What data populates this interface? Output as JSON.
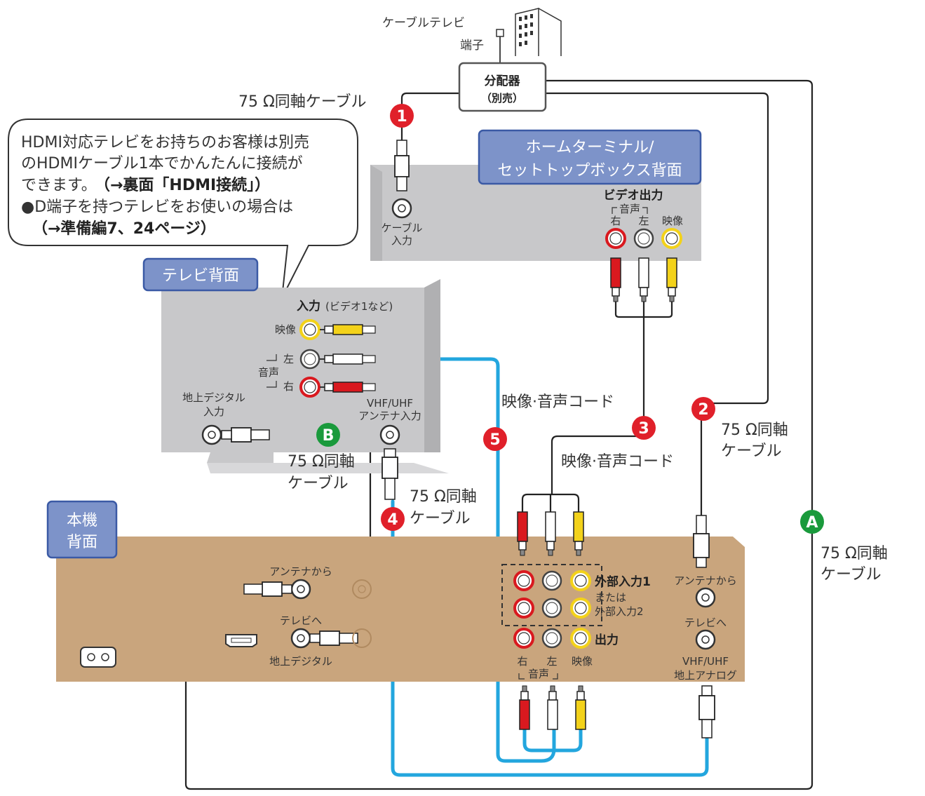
{
  "cable_terminal": {
    "line1": "ケーブルテレビ",
    "line2": "端子"
  },
  "splitter": {
    "label": "分配器",
    "sub": "（別売）"
  },
  "coax_top_label": "75 Ω同軸ケーブル",
  "callout": {
    "line1": "HDMI対応テレビをお持ちのお客様は別売",
    "line2": "のHDMIケーブル1本でかんたんに接続が",
    "line3_a": "できます。",
    "line3_b": "（→裏面「HDMI接続」）",
    "line4": "●D端子を持つテレビをお使いの場合は",
    "line5": "（→準備編7、24ページ）"
  },
  "stb": {
    "title_line1": "ホームターミナル/",
    "title_line2": "セットトップボックス背面",
    "cable_in_line1": "ケーブル",
    "cable_in_line2": "入力",
    "video_out": "ビデオ出力",
    "audio": "音声",
    "right": "右",
    "left": "左",
    "video": "映像"
  },
  "tv": {
    "title": "テレビ背面",
    "input_bold": "入力",
    "input_sub": "(ビデオ1など)",
    "video": "映像",
    "left": "左",
    "audio": "音声",
    "right": "右",
    "terrestrial_line1": "地上デジタル",
    "terrestrial_line2": "入力",
    "vhf_line1": "VHF/UHF",
    "vhf_line2": "アンテナ入力"
  },
  "av_cord_label": "映像·音声コード",
  "coax_line1": "75 Ω同軸",
  "coax_line2": "ケーブル",
  "badges": [
    "1",
    "2",
    "3",
    "4",
    "5",
    "A",
    "B"
  ],
  "unit": {
    "title_line1": "本機",
    "title_line2": "背面",
    "antenna_from": "アンテナから",
    "to_tv": "テレビへ",
    "terrestrial": "地上デジタル",
    "ext_input1": "外部入力1",
    "or": "または",
    "ext_input2": "外部入力2",
    "output": "出力",
    "right": "右",
    "left": "左",
    "video": "映像",
    "audio": "音声",
    "vhf": "VHF/UHF",
    "analog": "地上アナログ"
  },
  "colors": {
    "tv_panel": "#c8c8ca",
    "unit_panel": "#c9a57d",
    "label_box": "#7d93c9",
    "label_border": "#3b5aa5",
    "badge_red": "#e0202a",
    "badge_green": "#1a9a3c",
    "cable_blue": "#23a6de",
    "jack_red": "#d9191f",
    "jack_yellow": "#f3d21a"
  }
}
